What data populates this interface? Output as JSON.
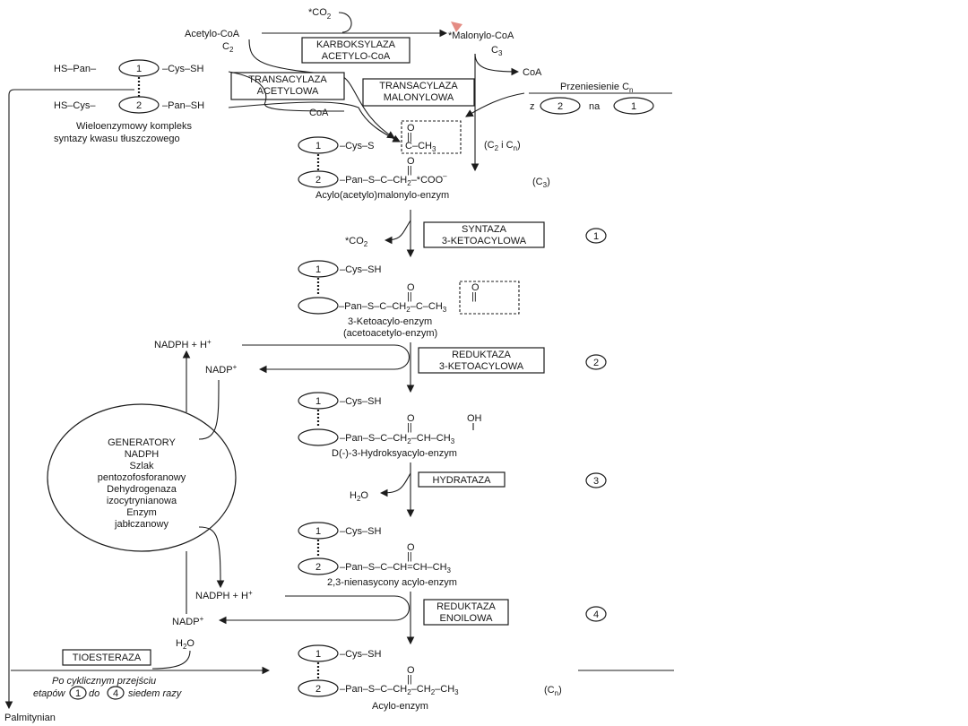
{
  "top": {
    "co2_star": "*CO",
    "acetyl_coa": "Acetylo-CoA",
    "c2": "C",
    "carboxylase": [
      "KARBOKSYLAZA",
      "ACETYLO-CoA"
    ],
    "malonyl_coa": "*Malonylo-CoA",
    "c3": "C",
    "coa_right": "CoA",
    "transfer": "Przeniesienie C",
    "z_label": "z",
    "na_label": "na",
    "coa_left": "CoA",
    "acetyl_transacylase": [
      "TRANSACYLAZA",
      "ACETYLOWA"
    ],
    "malonyl_transacylase": [
      "TRANSACYLAZA",
      "MALONYLOWA"
    ]
  },
  "complex": {
    "hs_pan": "HS–Pan–",
    "cys_sh": "–Cys–SH",
    "hs_cys": "HS–Cys–",
    "pan_sh": "–Pan–SH",
    "caption": [
      "Wieloenzymowy kompleks",
      "syntazy kwasu tłuszczowego"
    ]
  },
  "acyl_malonyl": {
    "cys_s": "–Cys–S",
    "c_label": "C",
    "ch3": "–CH",
    "pan_s": "–Pan–S–",
    "tail": "–CH",
    "coo": "–*COO",
    "c2_cn": "(C",
    "c3_tag": "(C",
    "name": "Acylo(acetylo)malonylo-enzym"
  },
  "step1": {
    "enzyme": [
      "SYNTAZA",
      "3-KETOACYLOWA"
    ],
    "co2": "*CO",
    "number": "1",
    "cys_sh": "–Cys–SH",
    "pan_s": "Pan–S–",
    "ch2": "–CH",
    "c_label": "C",
    "ch3": "–CH",
    "name": [
      "3-Ketoacylo-enzym",
      "(acetoacetylo-enzym)"
    ]
  },
  "step2": {
    "nadph": "NADPH + H",
    "nadp": "NADP",
    "enzyme": [
      "REDUKTAZA",
      "3-KETOACYLOWA"
    ],
    "number": "2",
    "oh": "OH",
    "cys_sh": "–Cys–SH",
    "chain": "Pan–S–C–CH",
    "chain_end": "–CH–CH",
    "name": "D(-)-3-Hydroksyacylo-enzym"
  },
  "generator": [
    "GENERATORY",
    "NADPH",
    "Szlak",
    "pentozofosforanowy",
    "Dehydrogenaza",
    "izocytrynianowa",
    "Enzym",
    "jabłczanowy"
  ],
  "step3": {
    "enzyme": "HYDRATAZA",
    "h2o": "H",
    "number": "3",
    "cys_sh": "–Cys–SH",
    "chain": "–Pan–S–C–CH=CH–CH",
    "name": "2,3-nienasycony acylo-enzym"
  },
  "step4": {
    "nadph": "NADPH + H",
    "nadp": "NADP",
    "enzyme": [
      "REDUKTAZA",
      "ENOILOWA"
    ],
    "number": "4"
  },
  "final": {
    "h2o": "H",
    "thioesterase": "TIOESTERAZA",
    "cycle_note": [
      "Po cyklicznym przejściu",
      "etapów",
      "do",
      "siedem razy"
    ],
    "cys_sh": "–Cys–SH",
    "chain": "–Pan–S–C–CH",
    "chain_mid": "–CH",
    "chain_end": "–CH",
    "cn": "(C",
    "name": "Acylo-enzym",
    "palmitate": "Palmitynian"
  },
  "subs": {
    "two": "2",
    "three": "3",
    "n": "n"
  },
  "circles": {
    "one": "1",
    "two": "2",
    "four": "4"
  },
  "misc": {
    "plus": "+",
    "minus": "–",
    "o": "O",
    "dbl": "||"
  }
}
